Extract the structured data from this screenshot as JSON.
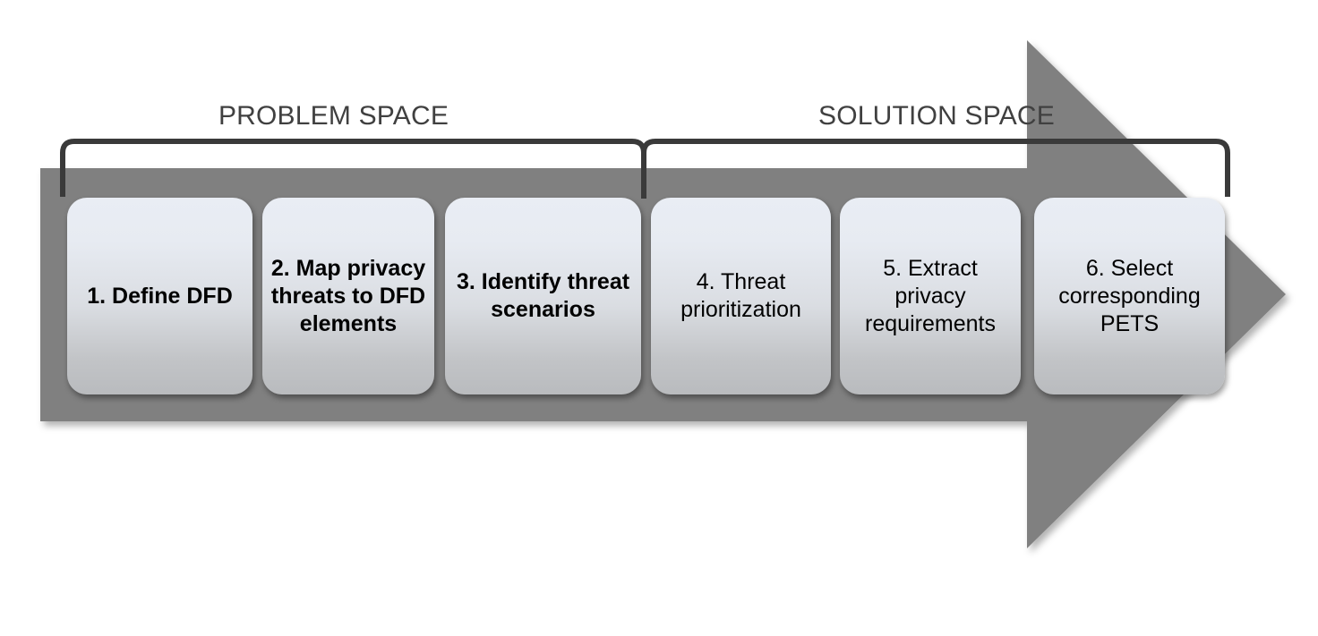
{
  "diagram": {
    "title_visible": false,
    "phases": [
      {
        "name": "problem-space",
        "label": "PROBLEM SPACE"
      },
      {
        "name": "solution-space",
        "label": "SOLUTION SPACE"
      }
    ],
    "steps": [
      {
        "label": "1. Define DFD",
        "emphasis": "bold",
        "phase": "problem-space"
      },
      {
        "label": "2. Map privacy threats to DFD elements",
        "emphasis": "bold",
        "phase": "problem-space"
      },
      {
        "label": "3. Identify threat scenarios",
        "emphasis": "bold",
        "phase": "problem-space"
      },
      {
        "label": "4. Threat prioritization",
        "emphasis": "regular",
        "phase": "solution-space"
      },
      {
        "label": "5. Extract privacy requirements",
        "emphasis": "regular",
        "phase": "solution-space"
      },
      {
        "label": "6. Select corresponding PETS",
        "emphasis": "regular",
        "phase": "solution-space"
      }
    ],
    "colors": {
      "arrow_fill": "#808080",
      "box_top": "#e9edf4",
      "box_bottom": "#b9bbbe",
      "bracket_stroke": "#3a3a3a",
      "label_text": "#404040",
      "step_text": "#000000",
      "background": "#ffffff"
    },
    "flow_direction": "left-to-right"
  }
}
